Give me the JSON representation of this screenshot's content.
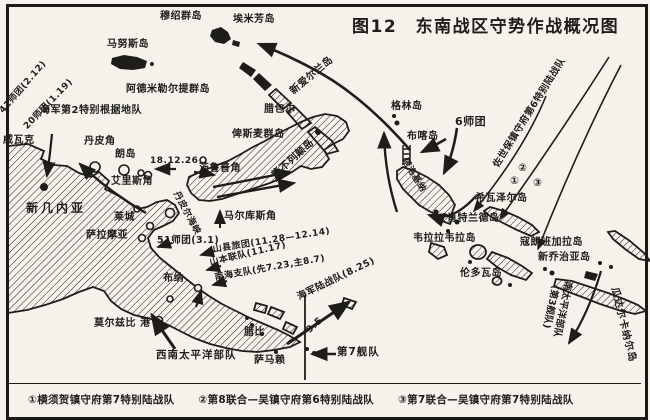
{
  "title": "图12　东南战区守势作战概况图",
  "labels": {
    "mussau": "穆绍群岛",
    "emirau": "埃米芳岛",
    "manus": "马努斯岛",
    "admiralty": "阿德米勒尔提群岛",
    "navy_base2": "海军第2特别根据地队",
    "div41": "41师团(2.12)",
    "div20": "20师团(1.19)",
    "wewak": "威瓦克",
    "cape_danpi": "丹皮角",
    "long_island": "朗岛",
    "date_dec26": "18.12.26",
    "cape_ailisi": "艾里斯角",
    "cape_tsurupu": "茨鲁普角",
    "bismarck": "俾斯麦群岛",
    "rabaul": "腊包尔",
    "new_ireland": "新爱尔兰岛",
    "new_britain": "新不列颠岛",
    "dampier_strait": "丹皮尔海峡",
    "cape_marcus": "马尔库斯角",
    "new_guinea": "新几内亚",
    "lae": "莱城",
    "salamaua": "萨拉摩亚",
    "div51": "51师团(3.1)",
    "yamagata": "山县旅团(11.28—12.14)",
    "yamamoto": "山本联队(11.17)",
    "nankai": "南海支队(先7.23,主8.7)",
    "buna": "布纳",
    "port_moresby": "莫尔兹比 港",
    "swpa": "西南太平洋部队",
    "rabi": "腊比",
    "samarai": "萨马赖",
    "marines": "海军陆战队(8.25)",
    "date_sep5": "9.5",
    "fleet7": "第7舰队",
    "green_island": "格林岛",
    "buka": "布喀岛",
    "div6": "6师团",
    "sasebo": "佐世保镇守府第6特别陆战队",
    "torokina": "塔洛基纳",
    "choiseul": "希瓦泽尔岛",
    "shortland": "肖特兰德岛",
    "vella": "韦拉拉韦拉岛",
    "kolombangara": "寇朗班加拉岛",
    "new_georgia": "新乔治亚岛",
    "rendova": "伦多瓦岛",
    "sopac_line1": "南太平洋部队",
    "sopac_line2": "(第3舰队)",
    "guadalcanal": "瓜达尔卡纳尔岛"
  },
  "marks": {
    "n1": "①",
    "n2": "②",
    "n3": "③"
  },
  "legend": [
    "①横须贺镇守府第7特别陆战队",
    "②第8联合—吴镇守府第6特别陆战队",
    "③第7联合—吴镇守府第7特别陆战队"
  ],
  "colors": {
    "ink": "#1f1d1a",
    "paper": "#f4f2ea"
  }
}
